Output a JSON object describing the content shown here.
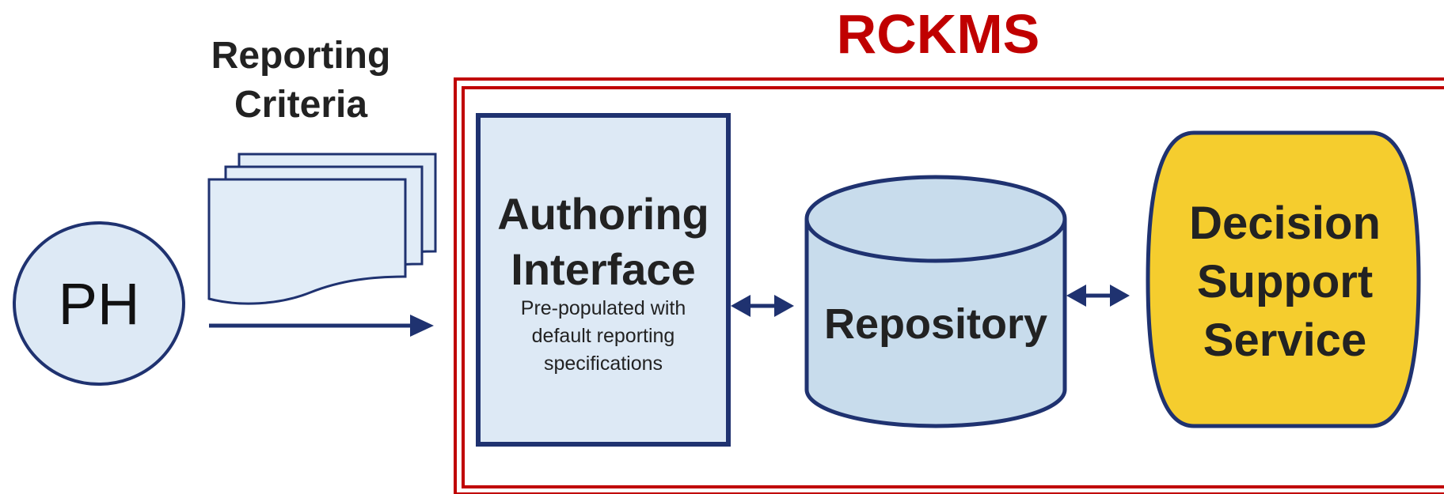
{
  "title": "RCKMS",
  "reporting_criteria": {
    "line1": "Reporting",
    "line2": "Criteria"
  },
  "ph": {
    "label": "PH"
  },
  "authoring": {
    "line1": "Authoring",
    "line2": "Interface",
    "sub1": "Pre-populated with",
    "sub2": "default reporting",
    "sub3": "specifications"
  },
  "repository": {
    "label": "Repository"
  },
  "dss": {
    "line1": "Decision",
    "line2": "Support",
    "line3": "Service"
  },
  "colors": {
    "navy": "#1f3270",
    "red": "#c00000",
    "light_blue": "#dde9f5",
    "repo_blue": "#c8dcec",
    "yellow": "#f5cd2e",
    "text_dark": "#222222"
  },
  "icons": {
    "documents": "document-stack-icon",
    "arrow": "arrow-right-icon",
    "double_arrow": "double-arrow-icon"
  }
}
